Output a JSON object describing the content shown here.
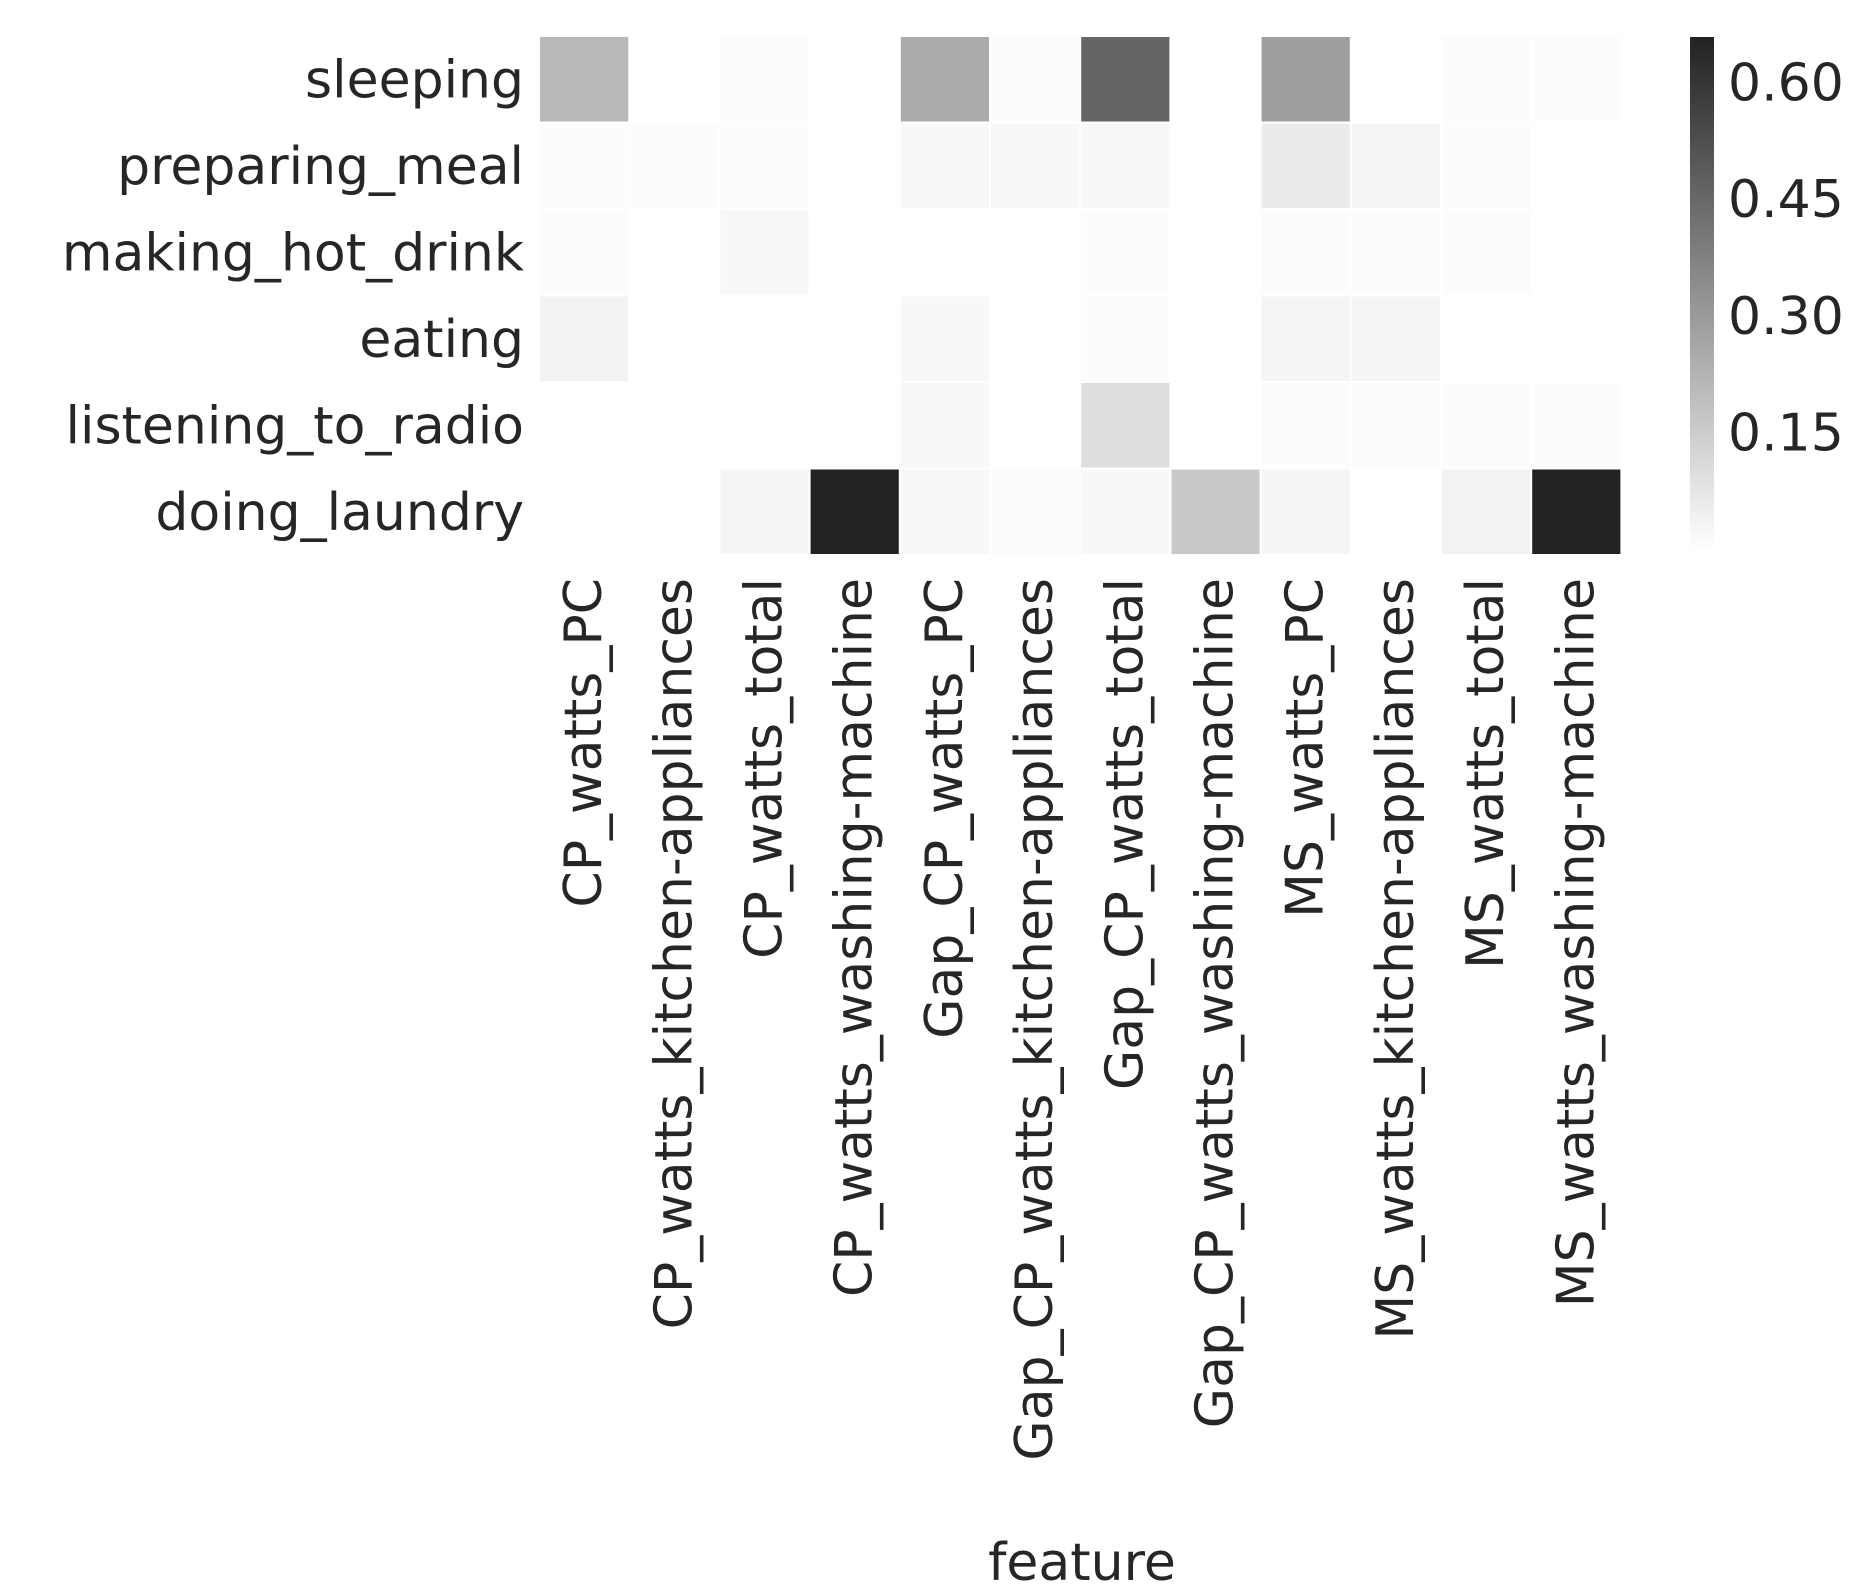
{
  "chart_data": {
    "type": "heatmap",
    "title": "",
    "xlabel": "feature",
    "ylabel": "",
    "rows": [
      "sleeping",
      "preparing_meal",
      "making_hot_drink",
      "eating",
      "listening_to_radio",
      "doing_laundry"
    ],
    "columns": [
      "CP_watts_PC",
      "CP_watts_kitchen-appliances",
      "CP_watts_total",
      "CP_watts_washing-machine",
      "Gap_CP_watts_PC",
      "Gap_CP_watts_kitchen-appliances",
      "Gap_CP_watts_total",
      "Gap_CP_watts_washing-machine",
      "MS_watts_PC",
      "MS_watts_kitchen-appliances",
      "MS_watts_total",
      "MS_watts_washing-machine"
    ],
    "values": [
      [
        0.21,
        0.0,
        0.01,
        0.0,
        0.25,
        0.01,
        0.46,
        0.0,
        0.29,
        0.0,
        0.01,
        0.01
      ],
      [
        0.01,
        0.01,
        0.01,
        0.0,
        0.02,
        0.02,
        0.02,
        0.0,
        0.06,
        0.03,
        0.01,
        0.0
      ],
      [
        0.01,
        0.0,
        0.02,
        0.0,
        0.0,
        0.0,
        0.01,
        0.0,
        0.01,
        0.01,
        0.01,
        0.0
      ],
      [
        0.04,
        0.0,
        0.0,
        0.0,
        0.02,
        0.0,
        0.01,
        0.0,
        0.03,
        0.03,
        0.0,
        0.0
      ],
      [
        0.0,
        0.0,
        0.0,
        0.0,
        0.02,
        0.0,
        0.1,
        0.0,
        0.01,
        0.01,
        0.01,
        0.01
      ],
      [
        0.0,
        0.0,
        0.03,
        0.66,
        0.02,
        0.01,
        0.02,
        0.16,
        0.03,
        0.0,
        0.04,
        0.66
      ]
    ],
    "colorbar": {
      "range": [
        0,
        0.66
      ],
      "ticks": [
        "0.60",
        "0.45",
        "0.30",
        "0.15"
      ],
      "tick_values": [
        0.6,
        0.45,
        0.3,
        0.15
      ],
      "low_color": "#ffffff",
      "high_color": "#222222"
    },
    "grid": false
  }
}
